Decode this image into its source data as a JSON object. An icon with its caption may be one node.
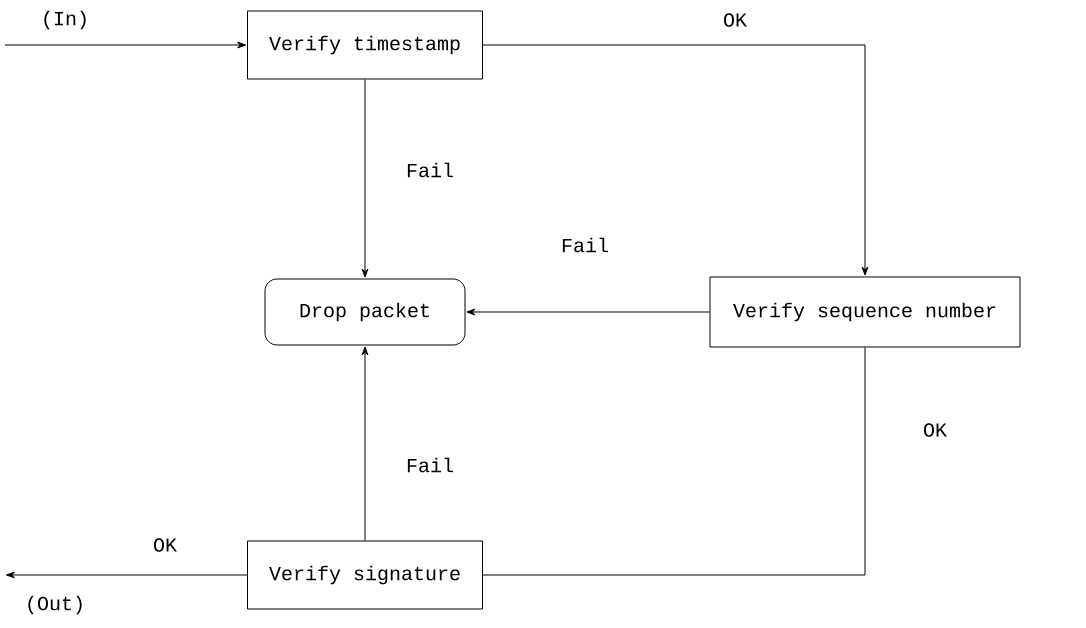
{
  "diagram": {
    "nodes": [
      {
        "text": [
          "Verify timestamp"
        ]
      },
      {
        "text": [
          "Drop packet"
        ]
      },
      {
        "text": [
          "Verify sequence number"
        ]
      },
      {
        "text": [
          "Verify signature"
        ]
      }
    ],
    "edges": [
      {
        "from": null,
        "to": 0,
        "arrow": "to",
        "label": "(In)"
      },
      {
        "from": 0,
        "to": 2,
        "arrow": "to",
        "label": "OK"
      },
      {
        "from": 0,
        "to": 1,
        "arrow": "to",
        "label": "Fail"
      },
      {
        "from": 2,
        "to": 1,
        "arrow": "to",
        "label": "Fail"
      },
      {
        "from": 2,
        "to": 3,
        "arrow": "none",
        "label": "OK"
      },
      {
        "from": 3,
        "to": 1,
        "arrow": "to",
        "label": "Fail"
      },
      {
        "from": 3,
        "to": null,
        "arrow": "to",
        "label": "OK"
      }
    ],
    "labels": [
      "(Out)"
    ]
  }
}
